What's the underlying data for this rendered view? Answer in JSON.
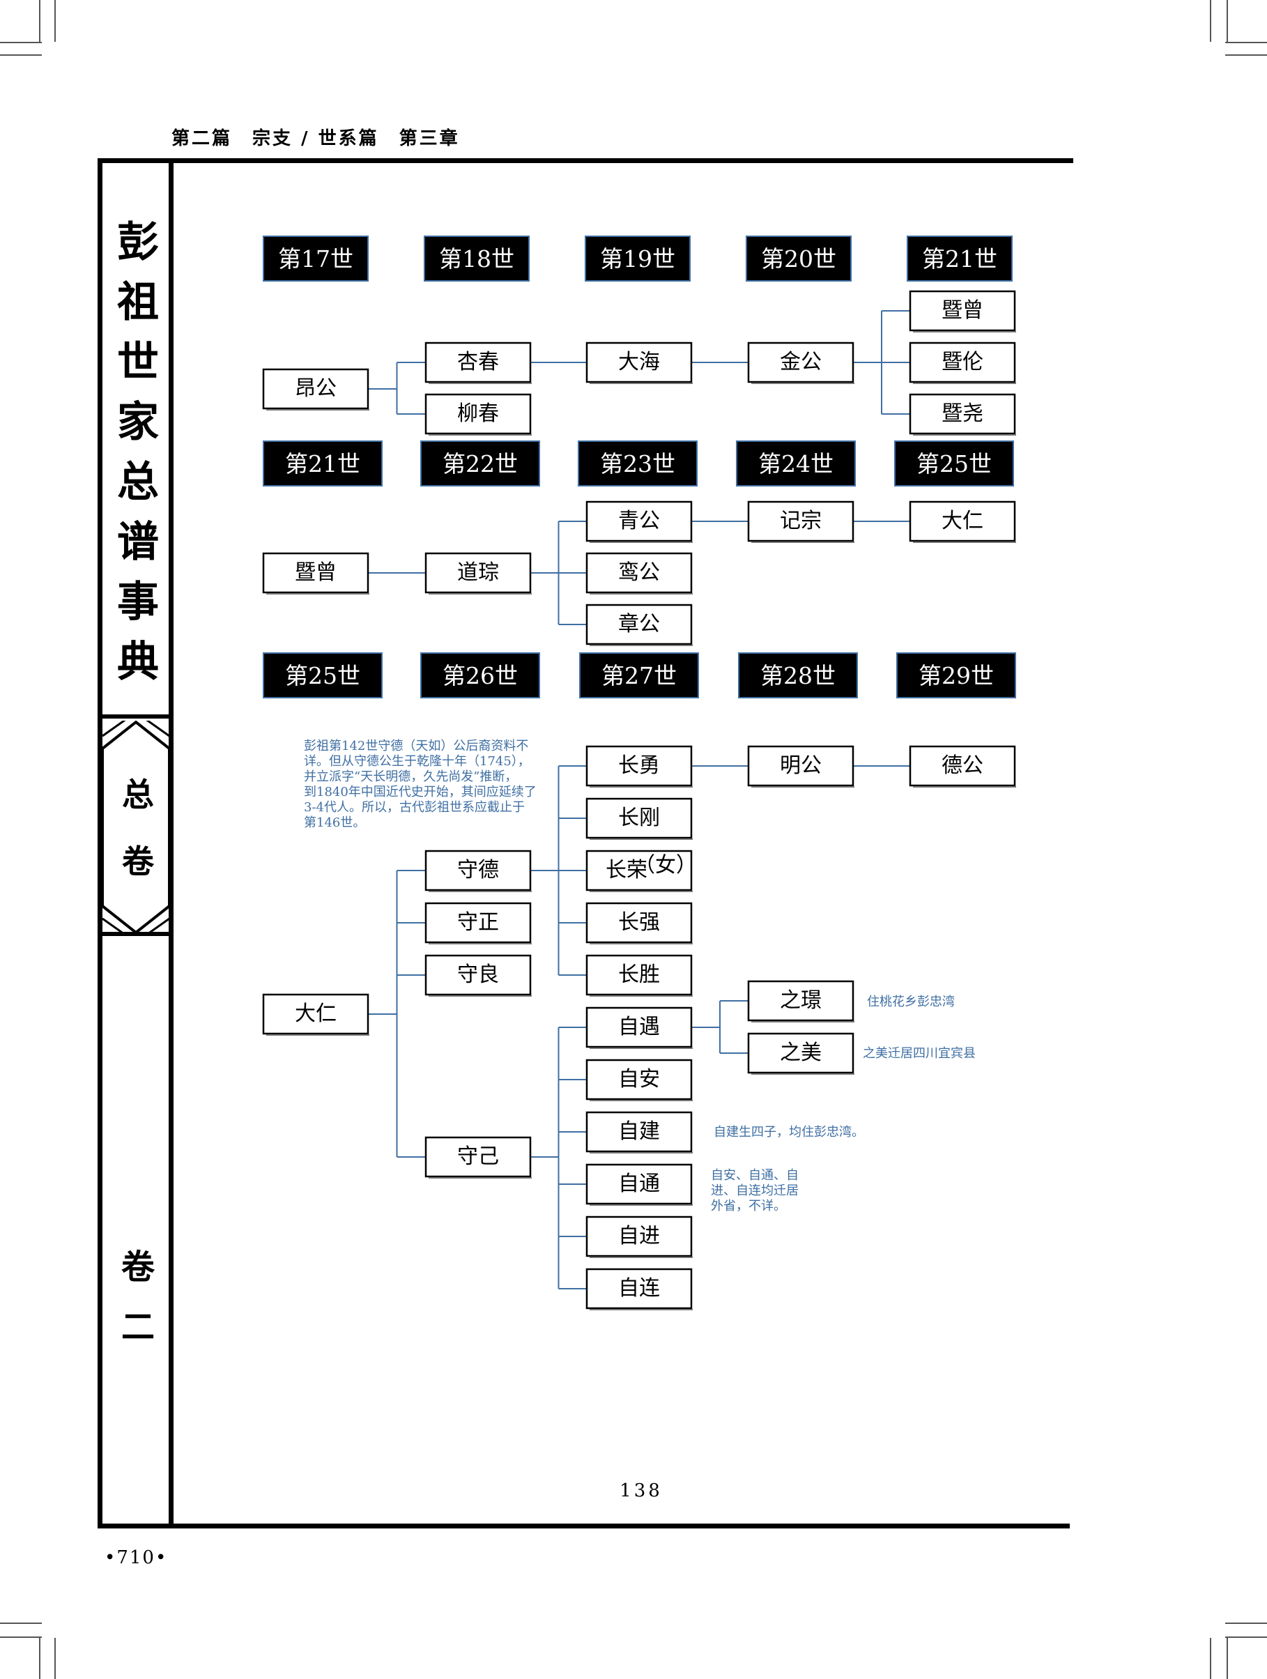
{
  "header": {
    "running_head": "第二篇　宗支 / 世系篇　第三章"
  },
  "spine": {
    "title": "彭祖世家总谱事典",
    "volume": "总卷",
    "juan": "卷二"
  },
  "diagram": {
    "generations": [
      [
        "第17世",
        "第18世",
        "第19世",
        "第20世",
        "第21世"
      ],
      [
        "第21世",
        "第22世",
        "第23世",
        "第24世",
        "第25世"
      ],
      [
        "第25世",
        "第26世",
        "第27世",
        "第28世",
        "第29世"
      ]
    ],
    "nodes": [
      "昂公",
      "杏春",
      "柳春",
      "大海",
      "金公",
      "暨曾",
      "暨伦",
      "暨尧",
      "暨曾",
      "道琮",
      "青公",
      "鸾公",
      "章公",
      "记宗",
      "大仁",
      "大仁",
      "守德",
      "守正",
      "守良",
      "守己",
      "长勇",
      "长刚",
      "长荣",
      "长强",
      "长胜",
      "明公",
      "德公",
      "自遇",
      "自安",
      "自建",
      "自通",
      "自进",
      "自连",
      "之璟",
      "之美"
    ],
    "node_suffix": {
      "长荣": "（女）"
    },
    "edges": [
      [
        "昂公",
        "杏春"
      ],
      [
        "昂公",
        "柳春"
      ],
      [
        "杏春",
        "大海"
      ],
      [
        "大海",
        "金公"
      ],
      [
        "金公",
        "暨曾"
      ],
      [
        "金公",
        "暨伦"
      ],
      [
        "金公",
        "暨尧"
      ],
      [
        "暨曾",
        "道琮"
      ],
      [
        "道琮",
        "青公"
      ],
      [
        "道琮",
        "鸾公"
      ],
      [
        "道琮",
        "章公"
      ],
      [
        "青公",
        "记宗"
      ],
      [
        "记宗",
        "大仁"
      ],
      [
        "大仁",
        "守德"
      ],
      [
        "大仁",
        "守正"
      ],
      [
        "大仁",
        "守良"
      ],
      [
        "大仁",
        "守己"
      ],
      [
        "守德",
        "长勇"
      ],
      [
        "守德",
        "长刚"
      ],
      [
        "守德",
        "长荣"
      ],
      [
        "守德",
        "长强"
      ],
      [
        "守德",
        "长胜"
      ],
      [
        "长勇",
        "明公"
      ],
      [
        "明公",
        "德公"
      ],
      [
        "守己",
        "自遇"
      ],
      [
        "守己",
        "自安"
      ],
      [
        "守己",
        "自建"
      ],
      [
        "守己",
        "自通"
      ],
      [
        "守己",
        "自进"
      ],
      [
        "守己",
        "自连"
      ],
      [
        "自遇",
        "之璟"
      ],
      [
        "自遇",
        "之美"
      ]
    ],
    "notes": {
      "shoude": [
        "彭祖第142世守德（天如）公后裔资料不",
        "详。但从守德公生于乾隆十年（1745），",
        "并立派字“天长明德，久先尚发”推断，",
        "到1840年中国近代史开始，其间应延续了",
        "3-4代人。所以，古代彭祖世系应截止于",
        "第146世。"
      ],
      "zhijing": "住桃花乡彭忠湾",
      "zhimei": "之美迁居四川宜宾县",
      "zijian": "自建生四子，均住彭忠湾。",
      "others": [
        "自安、自通、自",
        "进、自连均迁居",
        "外省，不详。"
      ]
    },
    "line_color": "#3f6fa3"
  },
  "page_number": "138",
  "folio": "•710•"
}
